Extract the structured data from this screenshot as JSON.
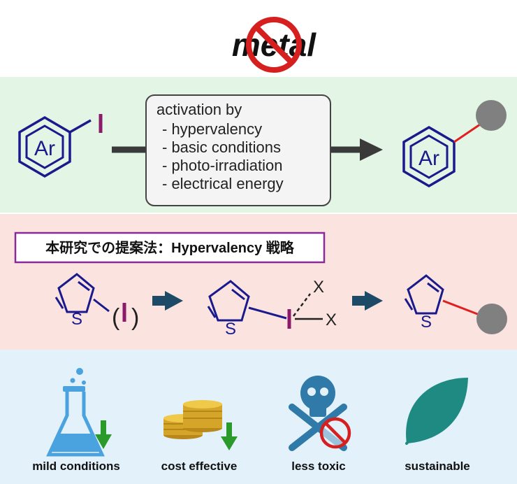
{
  "header": {
    "metal_word": "metal"
  },
  "activation": {
    "title": "activation by",
    "items": [
      "- hypervalency",
      "- basic conditions",
      "- photo-irradiation",
      "- electrical energy"
    ]
  },
  "chemistry": {
    "aryl_label": "Ar",
    "iodine_label": "I",
    "sulfur_label": "S",
    "paren_open": "(",
    "paren_close": ")",
    "ligand_label": "X"
  },
  "proposal": {
    "label": "本研究での提案法：Hypervalency 戦略"
  },
  "benefits": [
    "mild conditions",
    "cost effective",
    "less toxic",
    "sustainable"
  ],
  "colors": {
    "ring_blue": "#1a1a8c",
    "iodine_purple": "#8b1a6b",
    "bond_red": "#e02020",
    "no_sign_red": "#d61f1f",
    "arrow_dark": "#3a3a3a",
    "arrow_teal": "#1d4a66",
    "coin_gold": "#d4a528",
    "leaf_teal": "#1e8a82",
    "flask_blue": "#4aa3df",
    "skull_blue": "#2f7aa8",
    "down_arrow_green": "#2a9a2a",
    "proposal_border": "#8a2a9a",
    "band_green": "#e3f5e4",
    "band_pink": "#fbe4e0",
    "band_blue": "#e3f1fb"
  }
}
